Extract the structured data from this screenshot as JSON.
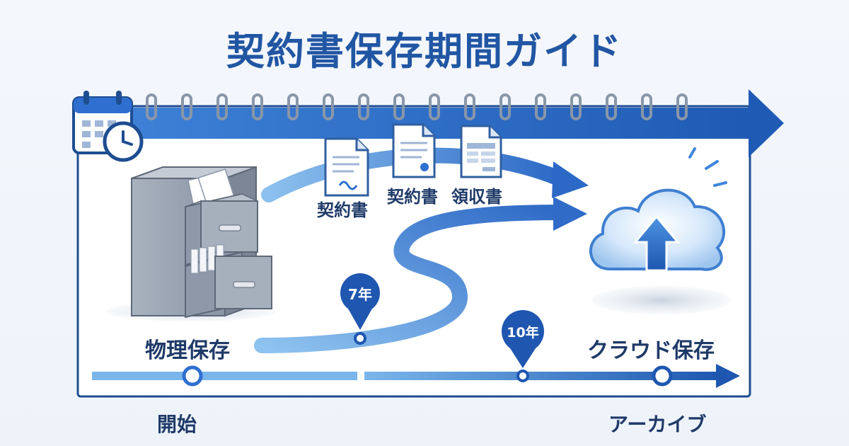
{
  "title": "契約書保存期間ガイド",
  "documents": [
    {
      "label": "契約書",
      "icon": "contract-document-icon"
    },
    {
      "label": "契約書",
      "icon": "sealed-contract-document-icon"
    },
    {
      "label": "領収書",
      "icon": "receipt-document-icon"
    }
  ],
  "storage": {
    "physical_label": "物理保存",
    "cloud_label": "クラウド保存",
    "physical_icon": "filing-cabinet-icon",
    "cloud_icon": "cloud-upload-icon"
  },
  "milestones": [
    {
      "label": "7年"
    },
    {
      "label": "10年"
    }
  ],
  "timeline": {
    "start_label": "開始",
    "end_label": "アーカイブ",
    "calendar_icon": "calendar-clock-icon"
  },
  "colors": {
    "primary": "#2156a3",
    "accent": "#2f6fd0",
    "light": "#6aa7e6",
    "frame": "#1e4d91"
  }
}
